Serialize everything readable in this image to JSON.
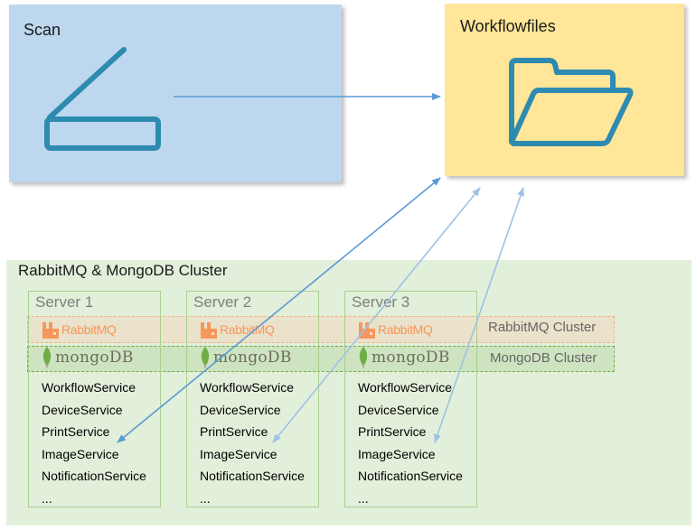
{
  "scan": {
    "title": "Scan",
    "icon": "scanner-icon"
  },
  "workflowfiles": {
    "title": "Workflowfiles",
    "icon": "folder-open-icon"
  },
  "cluster": {
    "title": "RabbitMQ & MongoDB Cluster",
    "rabbitmq_cluster_label": "RabbitMQ Cluster",
    "mongodb_cluster_label": "MongoDB Cluster",
    "rabbitmq_logo_text": "RabbitMQ",
    "mongodb_logo_text": "mongoDB",
    "servers": [
      {
        "title": "Server 1",
        "services": [
          "WorkflowService",
          "DeviceService",
          "PrintService",
          "ImageService",
          "NotificationService",
          "..."
        ]
      },
      {
        "title": "Server 2",
        "services": [
          "WorkflowService",
          "DeviceService",
          "PrintService",
          "ImageService",
          "NotificationService",
          "..."
        ]
      },
      {
        "title": "Server 3",
        "services": [
          "WorkflowService",
          "DeviceService",
          "PrintService",
          "ImageService",
          "NotificationService",
          "..."
        ]
      }
    ]
  },
  "colors": {
    "scan_fill": "#bdd7ee",
    "workflow_fill": "#ffe699",
    "cluster_fill": "#e2efda",
    "icon_stroke": "#2e8bb0",
    "arrow_dark": "#5b9bd5",
    "arrow_light": "#9dc3e6",
    "rabbit_orange": "#f6975c",
    "mongo_green": "#70ad47"
  }
}
